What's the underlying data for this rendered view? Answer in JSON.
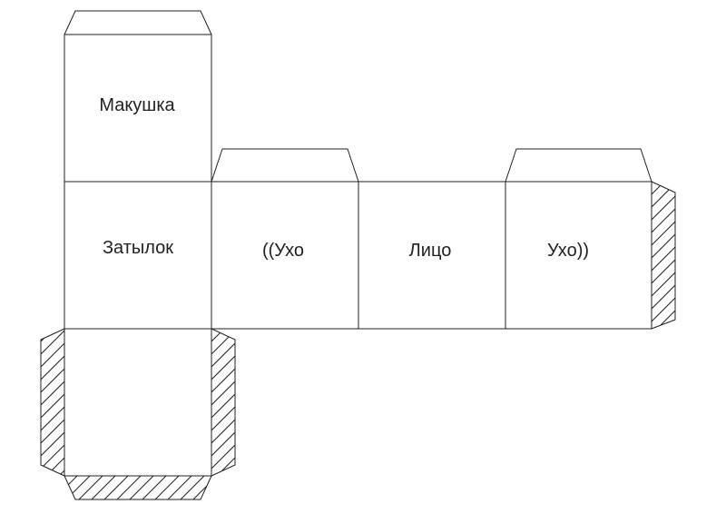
{
  "faces": {
    "crown": "Макушка",
    "back_of_head": "Затылок",
    "left_ear": "((Ухо",
    "face": "Лицо",
    "right_ear": "Ухо))",
    "chin": ""
  }
}
